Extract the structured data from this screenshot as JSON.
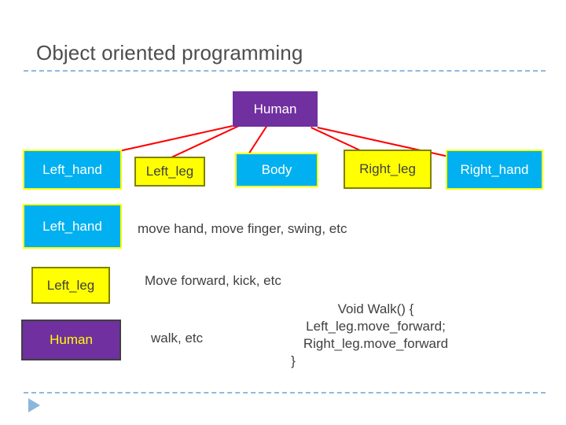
{
  "slide": {
    "title": "Object oriented programming"
  },
  "diagram": {
    "root": {
      "label": "Human"
    },
    "children": [
      {
        "label": "Left_hand"
      },
      {
        "label": "Left_leg"
      },
      {
        "label": "Body"
      },
      {
        "label": "Right_leg"
      },
      {
        "label": "Right_hand"
      }
    ]
  },
  "rows": [
    {
      "label": "Left_hand",
      "description": "move hand, move finger, swing, etc"
    },
    {
      "label": "Left_leg",
      "description": "Move forward, kick, etc"
    },
    {
      "label": "Human",
      "description": "walk, etc"
    }
  ],
  "code": {
    "line1": "Void Walk() {",
    "line2": "Left_leg.move_forward;",
    "line3": "Right_leg.move_forward",
    "line4": "}"
  },
  "colors": {
    "accent_line": "#ff0000",
    "cyan": "#00b0f0",
    "yellow": "#ffff00",
    "purple": "#7030a0",
    "rule": "#8fb9de",
    "text": "#404040"
  }
}
